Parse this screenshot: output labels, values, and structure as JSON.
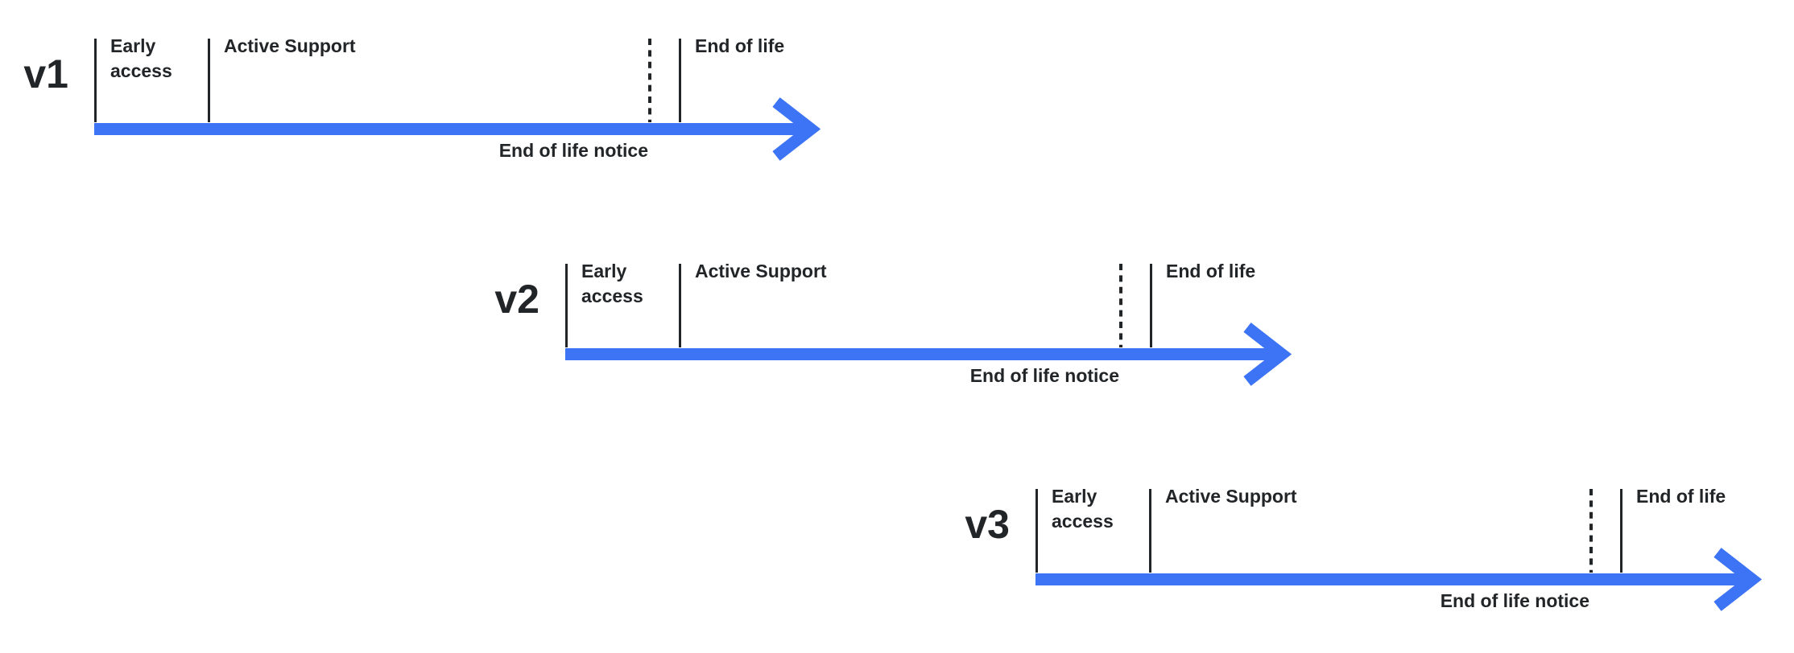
{
  "colors": {
    "accent_blue": "#3D74F5",
    "ink": "#222528",
    "background": "#FFFFFF"
  },
  "timelines": [
    {
      "version": "v1",
      "phases": {
        "early_access": "Early access",
        "active_support": "Active Support",
        "end_of_life": "End of life",
        "end_of_life_notice": "End of life notice"
      }
    },
    {
      "version": "v2",
      "phases": {
        "early_access": "Early access",
        "active_support": "Active Support",
        "end_of_life": "End of life",
        "end_of_life_notice": "End of life notice"
      }
    },
    {
      "version": "v3",
      "phases": {
        "early_access": "Early access",
        "active_support": "Active Support",
        "end_of_life": "End of life",
        "end_of_life_notice": "End of life notice"
      }
    }
  ]
}
